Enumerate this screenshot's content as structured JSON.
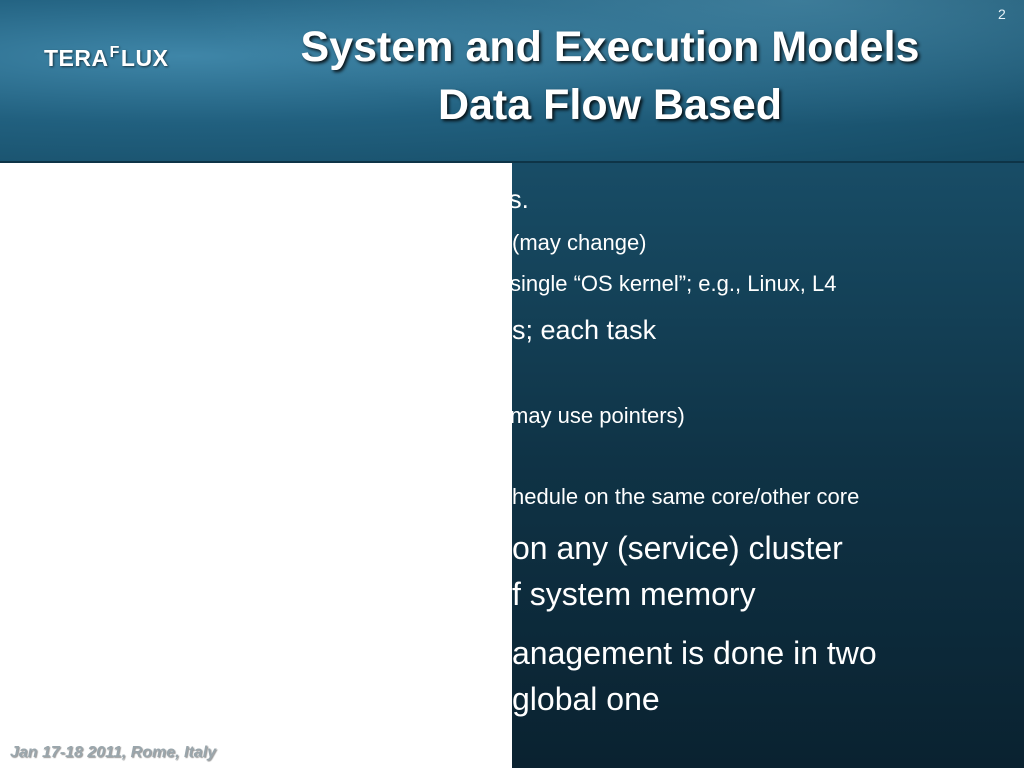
{
  "header": {
    "logo": {
      "part1": "TERA",
      "sup": "F",
      "part2": "LUX"
    },
    "title_line1": "System and Execution Models",
    "title_line2": "Data Flow Based",
    "slide_number": "2"
  },
  "body": {
    "lines": [
      "rs.",
      " (may change)",
      "single “OS kernel”; e.g., Linux, L4",
      "s; each task",
      "may use pointers)",
      "hedule on the same core/other core",
      "on any (service) cluster",
      "f system memory",
      "anagement is done in two",
      " global one"
    ]
  },
  "footer": {
    "text": "Jan 17-18 2011, Rome, Italy"
  }
}
